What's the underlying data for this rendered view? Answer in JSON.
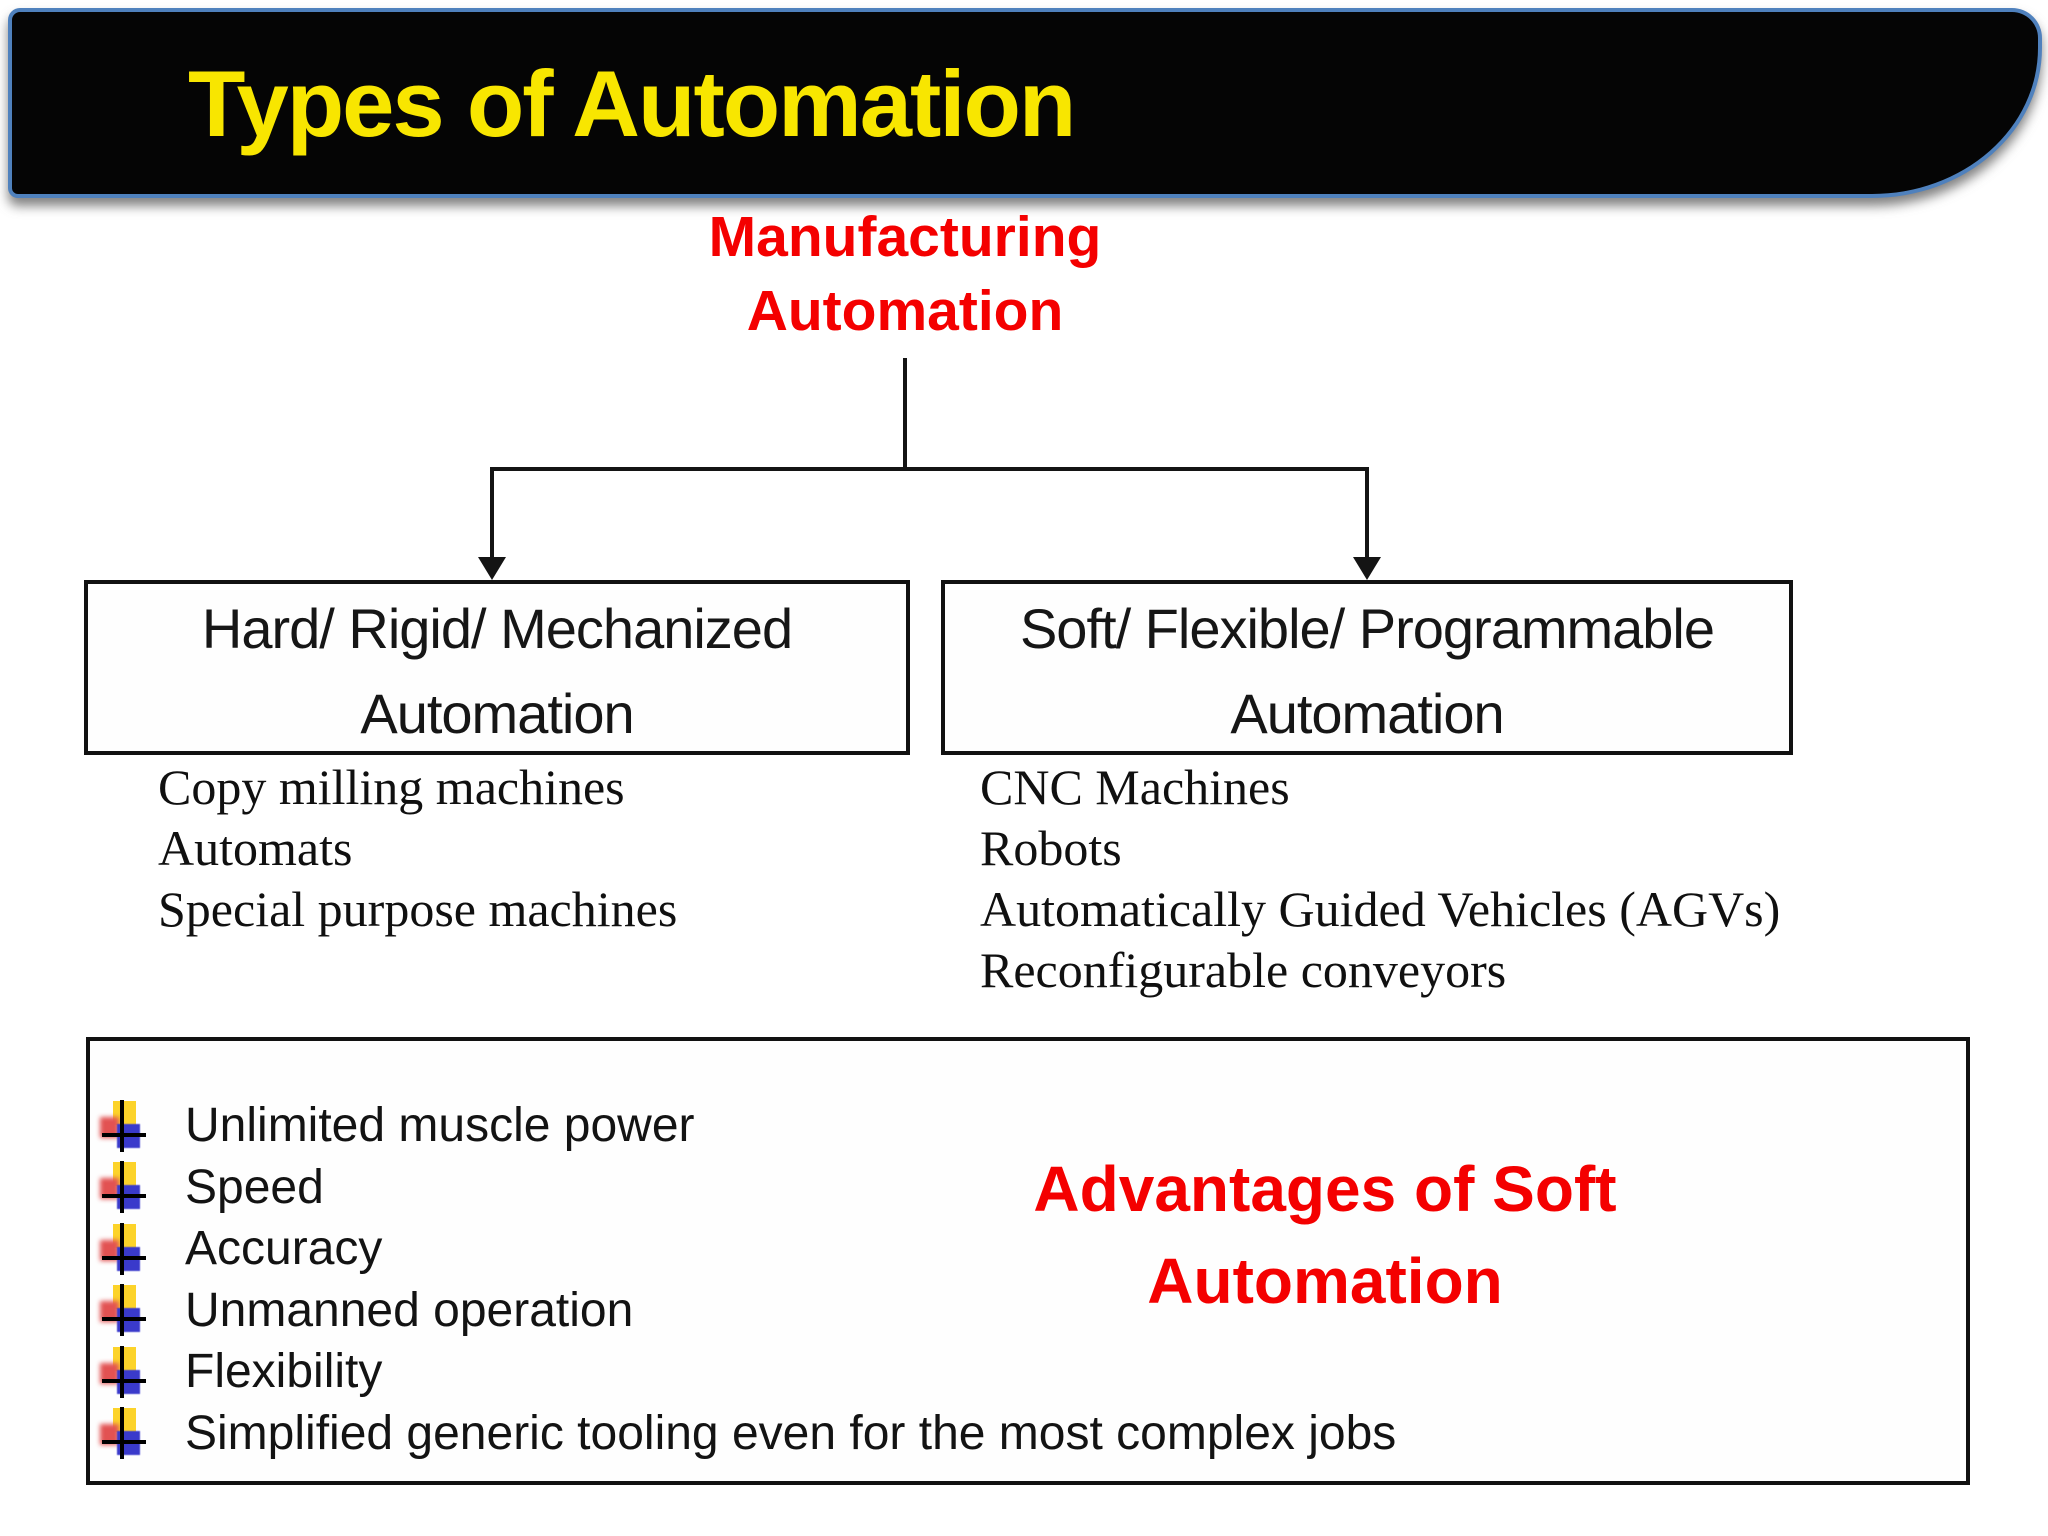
{
  "header": {
    "title": "Types of Automation"
  },
  "tree": {
    "root": {
      "line1": "Manufacturing",
      "line2": "Automation"
    },
    "left_branch": {
      "title_line1": "Hard/ Rigid/ Mechanized",
      "title_line2": "Automation",
      "examples": [
        "Copy milling machines",
        "Automats",
        "Special purpose machines"
      ]
    },
    "right_branch": {
      "title_line1": "Soft/ Flexible/ Programmable",
      "title_line2": "Automation",
      "examples": [
        "CNC Machines",
        "Robots",
        "Automatically Guided Vehicles (AGVs)",
        "Reconfigurable conveyors"
      ]
    }
  },
  "advantages_box": {
    "heading_line1": "Advantages of Soft",
    "heading_line2": "Automation",
    "items": [
      "Unlimited muscle power",
      "Speed",
      "Accuracy",
      "Unmanned operation",
      "Flexibility",
      "Simplified generic tooling even for the most complex jobs"
    ]
  },
  "colors": {
    "title_yellow": "#F8E600",
    "accent_red": "#F40000",
    "header_border_blue": "#4F81BD",
    "bullet_yellow": "#FCD32A",
    "bullet_red": "#E25252",
    "bullet_blue": "#3A3ACB"
  }
}
